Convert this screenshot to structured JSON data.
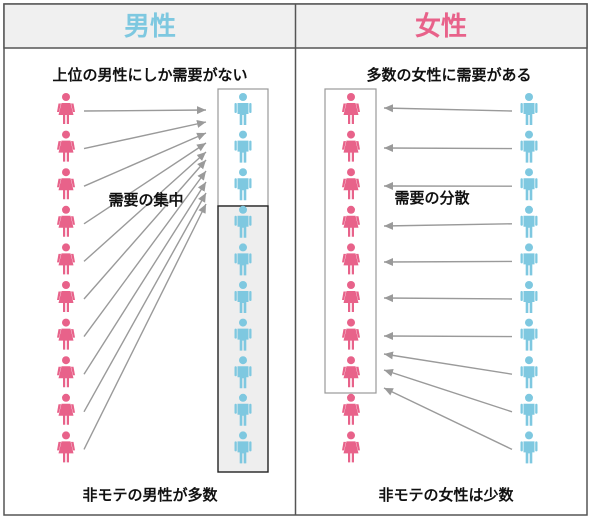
{
  "colors": {
    "male": "#7ec8e0",
    "female": "#e8628a",
    "arrow": "#9a9a9a",
    "header_bg": "#f0f0f0",
    "panel_border": "#555555",
    "highlight_bg": "#eeeeee",
    "text": "#111111"
  },
  "icons": {
    "person": "person-icon"
  },
  "male_panel": {
    "header": "男性",
    "top_caption": "上位の男性にしか需要がない",
    "center_label": "需要の集中",
    "bottom_caption": "非モテの男性が多数",
    "female_count": 10,
    "male_count": 10,
    "top_group_count": 3
  },
  "female_panel": {
    "header": "女性",
    "top_caption": "多数の女性に需要がある",
    "center_label": "需要の分散",
    "bottom_caption": "非モテの女性は少数",
    "female_count": 10,
    "male_count": 10,
    "top_group_count": 8
  }
}
